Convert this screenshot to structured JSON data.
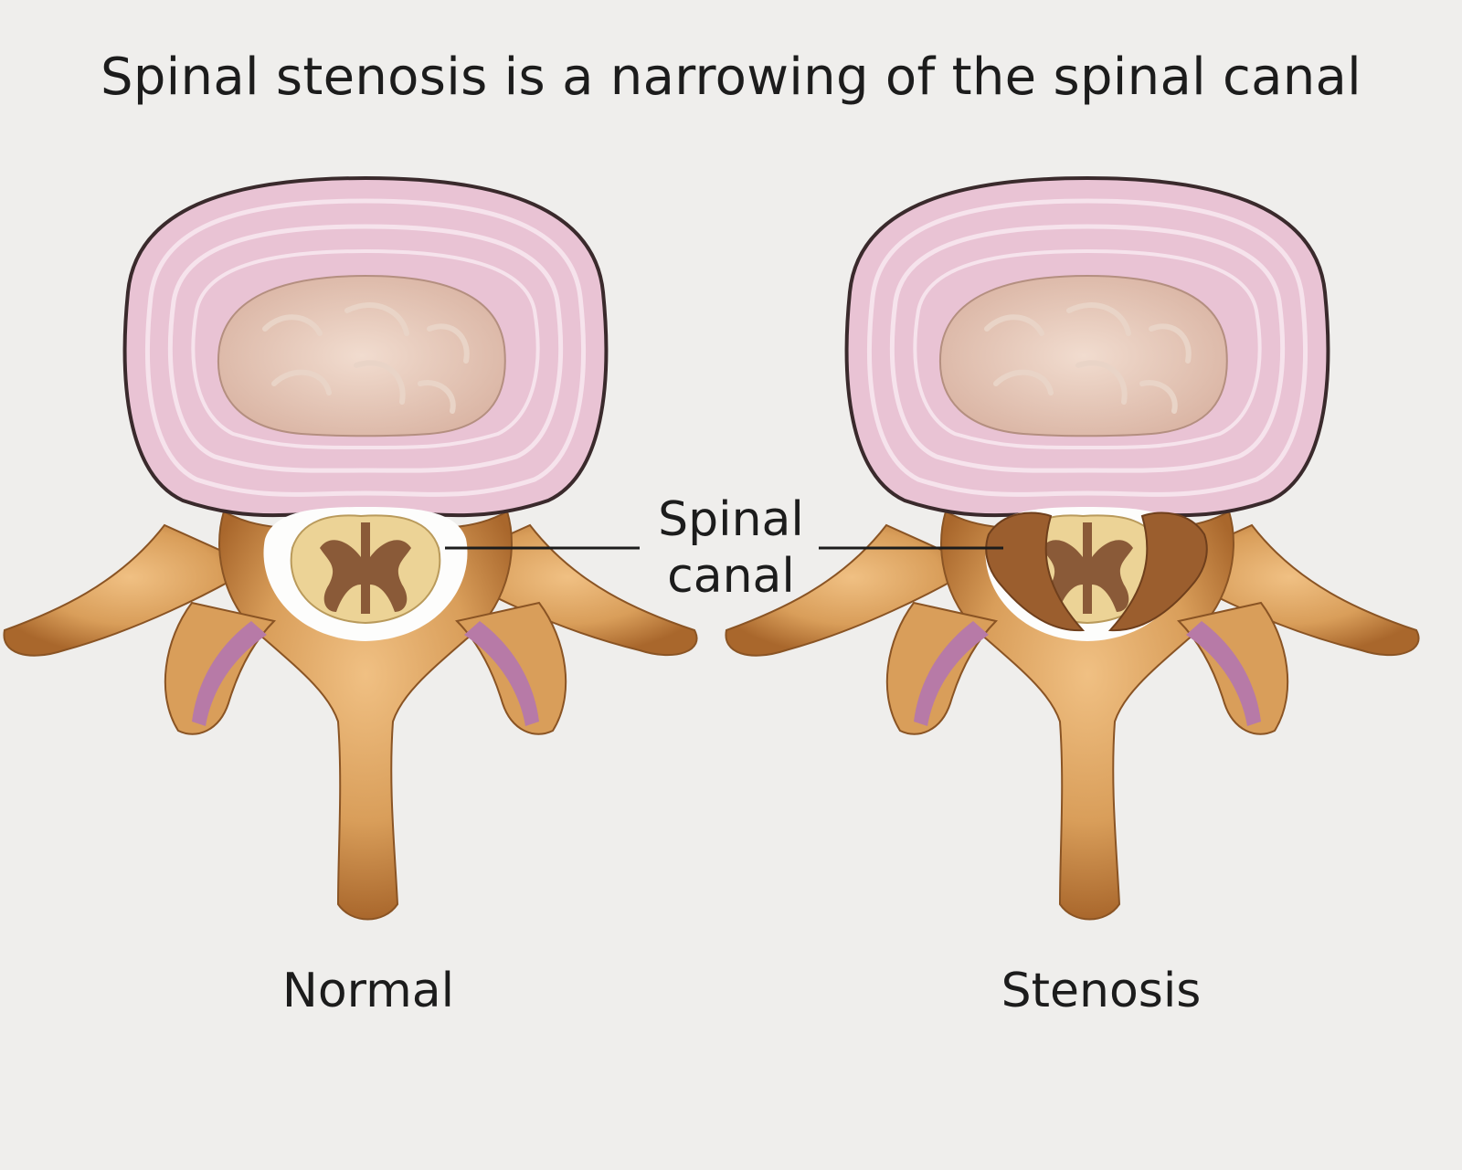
{
  "title": "Spinal stenosis is a narrowing of the spinal canal",
  "callout": {
    "line1": "Spinal",
    "line2": "canal"
  },
  "panels": {
    "left_label": "Normal",
    "right_label": "Stenosis"
  },
  "colors": {
    "background": "#efeeec",
    "disc_outer": "#e9c3d4",
    "disc_ring": "#f6e3ec",
    "disc_outline": "#3a2a2c",
    "nucleus": "#e6c9bb",
    "bone": "#d99e5a",
    "bone_shadow": "#a9672c",
    "cord": "#ecd396",
    "cord_gray": "#8a5a38",
    "cartilage": "#b77aa7",
    "thickened_ligament": "#9b5e2e"
  }
}
